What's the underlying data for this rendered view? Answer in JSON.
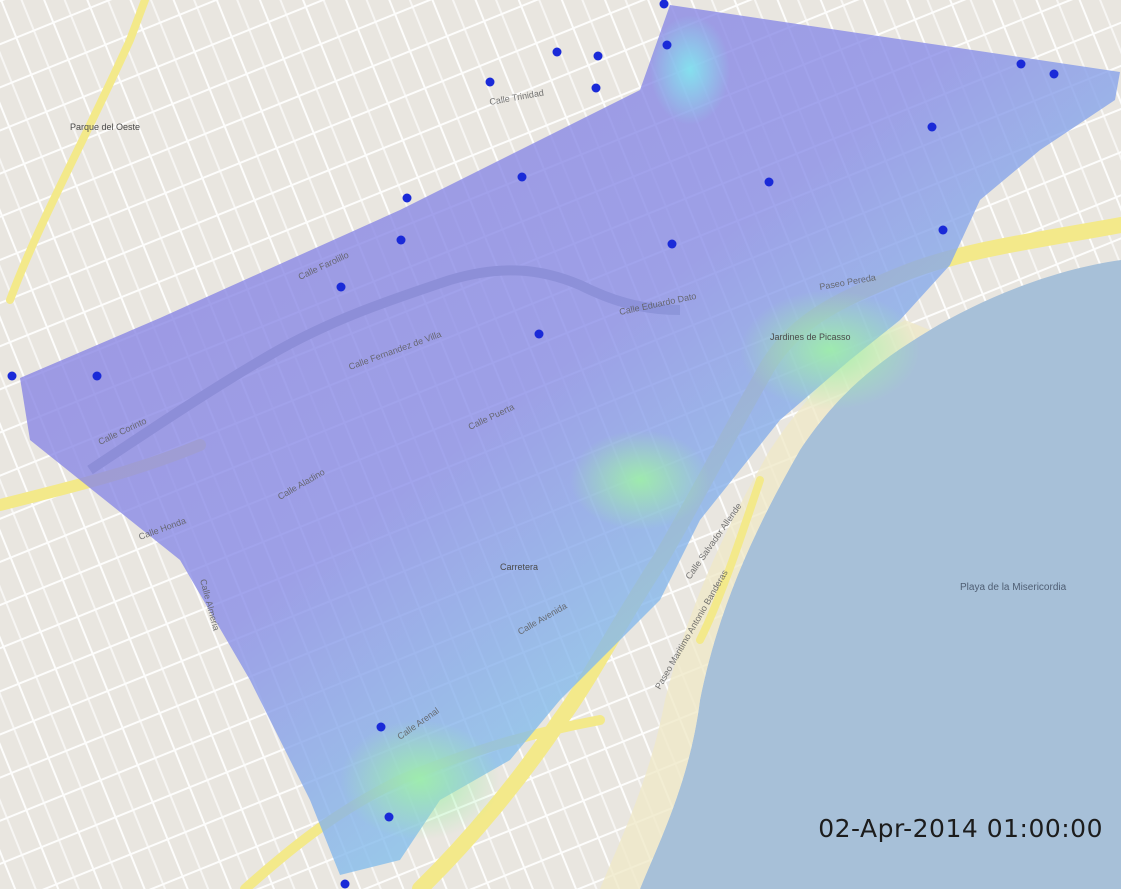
{
  "timestamp": "02-Apr-2014 01:00:00",
  "colors": {
    "land": "#e9e6e0",
    "sea": "#a7c0d8",
    "major_road": "#f3e98a",
    "minor_road": "#ffffff",
    "sensor": "#1a2ad8",
    "overlay_low": "#8c84e0",
    "overlay_high": "#8ef0c8"
  },
  "streets": [
    {
      "name": "Calle Corinto",
      "role": "street-label"
    },
    {
      "name": "Calle Trinidad",
      "role": "street-label"
    },
    {
      "name": "Calle Farolillo",
      "role": "street-label"
    },
    {
      "name": "Calle Fernandez de Villa",
      "role": "street-label"
    },
    {
      "name": "Calle Eduardo Dato",
      "role": "street-label"
    },
    {
      "name": "Calle Puerta",
      "role": "street-label"
    },
    {
      "name": "Calle Aladino",
      "role": "street-label"
    },
    {
      "name": "Calle Honda",
      "role": "street-label"
    },
    {
      "name": "Calle Salvador Allende",
      "role": "street-label"
    },
    {
      "name": "Paseo Pereda",
      "role": "street-label"
    },
    {
      "name": "Paseo Maritimo Antonio Banderas",
      "role": "street-label"
    },
    {
      "name": "Calle Almeria",
      "role": "street-label"
    },
    {
      "name": "Calle Arenal",
      "role": "street-label"
    },
    {
      "name": "Calle Avenida",
      "role": "street-label"
    }
  ],
  "places": [
    {
      "name": "Parque del Oeste",
      "role": "place-label"
    },
    {
      "name": "Jardines de Picasso",
      "role": "place-label"
    },
    {
      "name": "Carretera",
      "role": "place-label"
    },
    {
      "name": "Playa de la Misericordia",
      "role": "place-label"
    }
  ],
  "sensors_count": 22
}
